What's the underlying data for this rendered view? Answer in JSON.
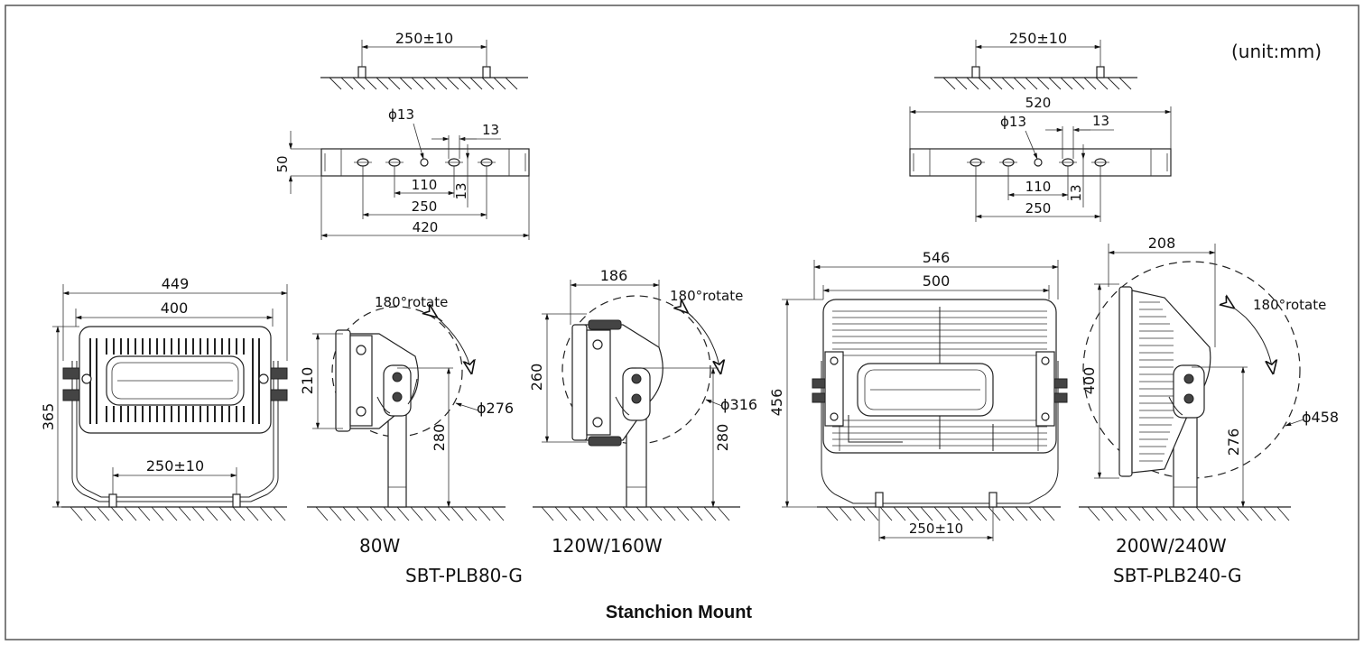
{
  "unit_note": "(unit:mm)",
  "caption": "Stanchion Mount",
  "models": {
    "m80_watt": "80W",
    "m120_watt": "120W/160W",
    "m80_model": "SBT-PLB80-G",
    "m200_watt": "200W/240W",
    "m240_model": "SBT-PLB240-G"
  },
  "bracket_small": {
    "d_bolt_spacing": "250±10",
    "d_hole": "ϕ13",
    "d_slot": "13",
    "d_height": "50",
    "d_110": "110",
    "d_slot2": "13",
    "d_250": "250",
    "d_420": "420"
  },
  "bracket_large": {
    "d_bolt_spacing": "250±10",
    "d_520": "520",
    "d_hole": "ϕ13",
    "d_slot": "13",
    "d_110": "110",
    "d_slot2": "13",
    "d_250": "250"
  },
  "front_80": {
    "d_width": "449",
    "d_body": "400",
    "d_height": "365",
    "d_bolt": "250±10"
  },
  "side_80": {
    "rotate": "180°rotate",
    "d_210": "210",
    "d_280": "280",
    "d_dia": "ϕ276"
  },
  "side_120": {
    "d_186": "186",
    "rotate": "180°rotate",
    "d_260": "260",
    "d_280": "280",
    "d_dia": "ϕ316"
  },
  "front_240": {
    "d_546": "546",
    "d_500": "500",
    "d_456": "456",
    "d_bolt": "250±10"
  },
  "side_240": {
    "d_208": "208",
    "rotate": "180°rotate",
    "d_400": "400",
    "d_276": "276",
    "d_dia": "ϕ458"
  },
  "icons": [
    "arrowhead-icon",
    "rotate-arrow-icon"
  ]
}
